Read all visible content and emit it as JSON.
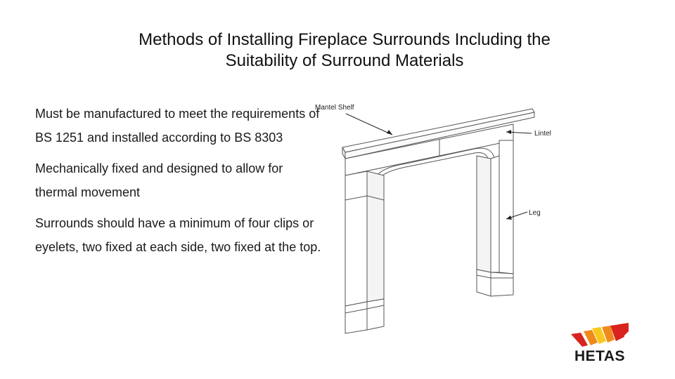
{
  "slide": {
    "title_line1": "Methods of Installing Fireplace Surrounds Including the",
    "title_line2": "Suitability of Surround Materials"
  },
  "bullets": [
    "Must be manufactured to meet the requirements of BS 1251 and installed according to BS 8303",
    "Mechanically fixed and designed to allow for thermal movement",
    "Surrounds should have a minimum of four clips or eyelets, two  fixed at each side, two fixed at the top."
  ],
  "diagram": {
    "labels": {
      "mantel_shelf": "Mantel Shelf",
      "lintel": "Lintel",
      "leg": "Leg"
    }
  },
  "logo": {
    "text": "HETAS",
    "icon": "hetas-chevron-logo",
    "colors": {
      "red": "#d9231f",
      "orange": "#f08a1c",
      "yellow": "#f8c81c"
    }
  }
}
